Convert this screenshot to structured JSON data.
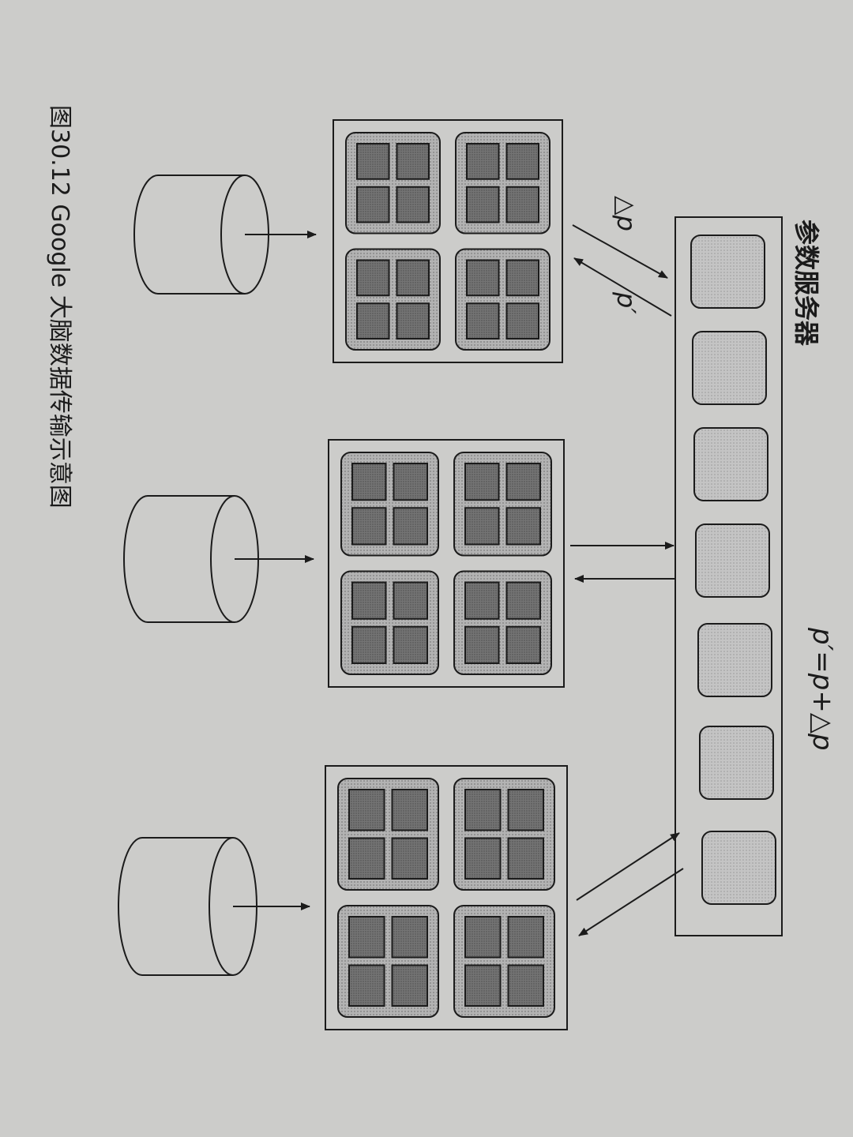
{
  "diagram": {
    "caption": "图30.12   Google 大脑数据传输示意图",
    "server_label": "参数服务器",
    "update_formula": "p′=p+△p",
    "delta_label": "△p",
    "param_label": "p′",
    "server_shard_count": 7,
    "replica_count": 3,
    "machines_per_replica": 4,
    "cores_per_machine": 4
  },
  "colors": {
    "paper": "#ccccca",
    "line": "#1b1b1b",
    "shard_fill": "#bcbcbc",
    "machine_fill": "#a9a9a9",
    "core_fill": "#6e6e6e"
  }
}
